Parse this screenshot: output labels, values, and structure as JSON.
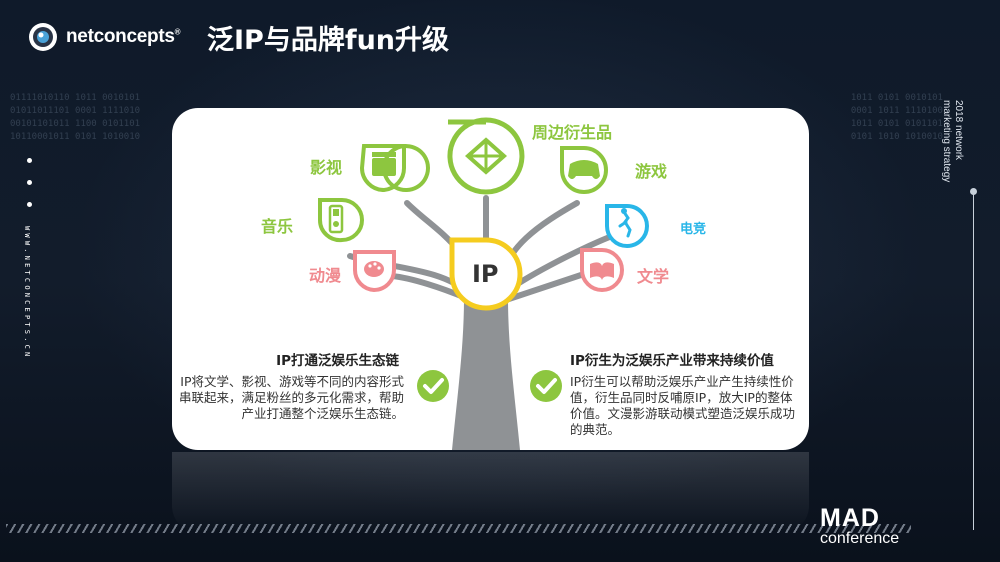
{
  "brand": {
    "logo_text": "netconcepts",
    "registered": "®"
  },
  "title": "泛IP与品牌fun升级",
  "side": {
    "url": "WWW.NETCONCEPTS.CN"
  },
  "right_caption": {
    "line1": "2018 network",
    "line2": "marketing strategy"
  },
  "footer": {
    "mad": "MAD",
    "conference": "conference"
  },
  "center": {
    "label": "IP"
  },
  "branches": {
    "film": "影视",
    "music": "音乐",
    "anime": "动漫",
    "merch": "周边衍生品",
    "games": "游戏",
    "esports": "电竞",
    "literature": "文学"
  },
  "left_block": {
    "title": "IP打通泛娱乐生态链",
    "line1": "IP将文学、影视、游戏等不同的内容形式",
    "line2": "串联起来，满足粉丝的多元化需求，帮助",
    "line3": "产业打通整个泛娱乐生态链。"
  },
  "right_block": {
    "title": "IP衍生为泛娱乐产业带来持续价值",
    "line1": "IP衍生可以帮助泛娱乐产业产生持续性价",
    "line2": "值，衍生品同时反哺原IP，放大IP的整体",
    "line3": "价值。文漫影游联动模式塑造泛娱乐成功",
    "line4": "的典范。"
  },
  "colors": {
    "green": "#8dc63f",
    "red": "#f08a8f",
    "blue": "#29b6e8",
    "yellow": "#f5cc1f",
    "trunk": "#8f9295"
  }
}
